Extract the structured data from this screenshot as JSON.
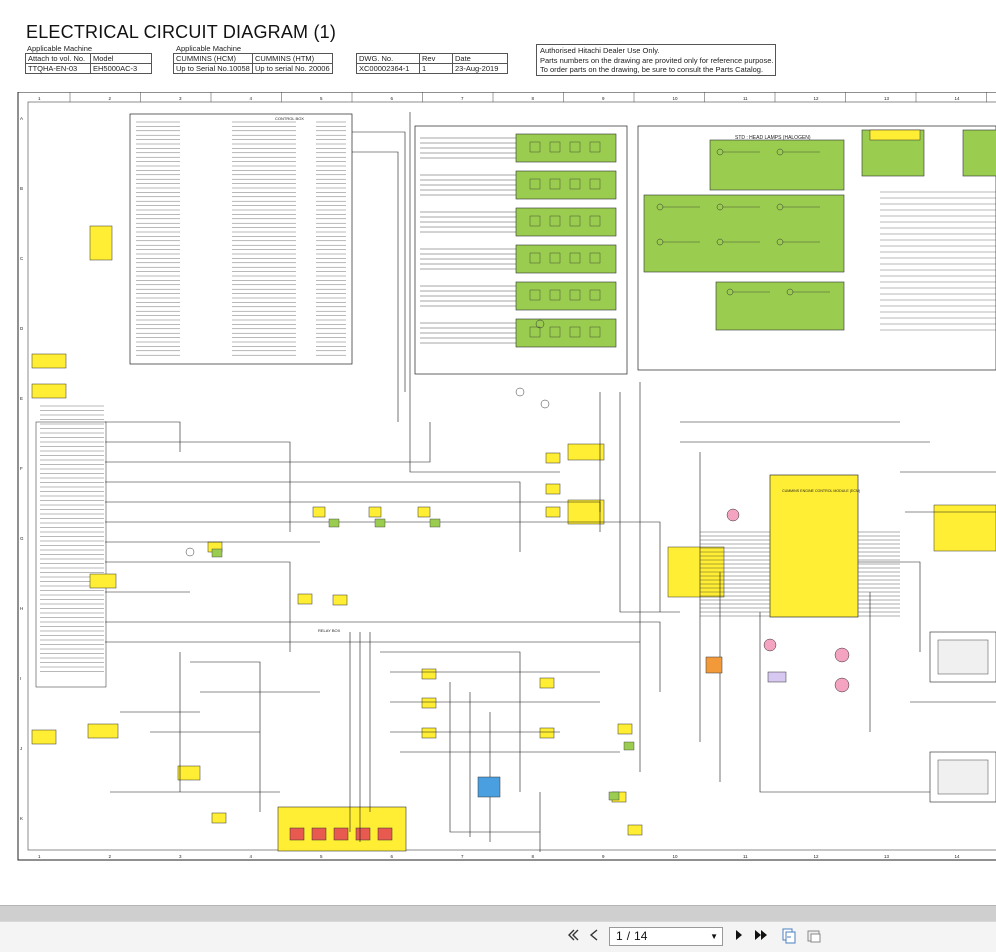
{
  "document": {
    "title": "ELECTRICAL CIRCUIT DIAGRAM (1)",
    "attach_table": {
      "caption": "Applicable Machine",
      "headers": [
        "Attach to vol. No.",
        "Model"
      ],
      "values": [
        "TTQHA-EN-03",
        "EH5000AC-3"
      ]
    },
    "applicable_table": {
      "caption": "Applicable Machine",
      "headers": [
        "CUMMINS (HCM)",
        "CUMMINS (HTM)"
      ],
      "values": [
        "Up to Serial No.10058",
        "Up to serial No. 20006"
      ]
    },
    "dwg_table": {
      "headers": [
        "DWG. No.",
        "Rev",
        "Date"
      ],
      "values": [
        "XC00002364-1",
        "1",
        "23-Aug-2019"
      ]
    },
    "notice": [
      "Authorised Hitachi Dealer Use Only.",
      "Parts numbers on the drawing are provited only for reference purpose.",
      "To order parts on the drawing, be sure to consult the Parts Catalog."
    ],
    "diagram_labels": {
      "headlamps": "STD : HEAD LAMPS (HALOGEN)",
      "relay_box": "RELAY BOX",
      "control_box": "CONTROL BOX",
      "engine_module": "CUMMINS ENGINE CONTROL MODULE (ECM)"
    },
    "grid_columns": [
      "1",
      "2",
      "3",
      "4",
      "5",
      "6",
      "7",
      "8",
      "9",
      "10",
      "11",
      "12",
      "13",
      "14"
    ],
    "grid_rows": [
      "A",
      "B",
      "C",
      "D",
      "E",
      "F",
      "G",
      "H",
      "I",
      "J",
      "K"
    ]
  },
  "viewer": {
    "current_page": "1",
    "separator": "/",
    "total_pages": "14",
    "colors": {
      "green": "#9acd4f",
      "yellow": "#ffee33",
      "wire": "#1a1a1a"
    }
  }
}
